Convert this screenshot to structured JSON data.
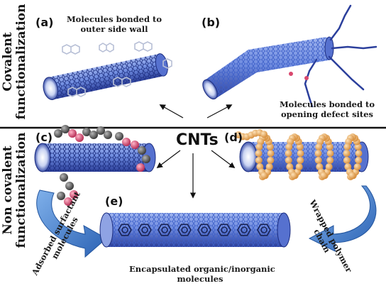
{
  "center_label": "CNTs",
  "sections": {
    "covalent": {
      "line1": "Covalent",
      "line2": "functionalization"
    },
    "noncovalent": {
      "line1": "Non covalent",
      "line2": "functionalization"
    }
  },
  "panels": {
    "a": {
      "letter": "(a)",
      "caption_line1": "Molecules bonded to",
      "caption_line2": "outer side wall"
    },
    "b": {
      "letter": "(b)",
      "caption_line1": "Molecules bonded to",
      "caption_line2": "opening defect sites"
    },
    "c": {
      "letter": "(c)",
      "caption_line1": "Adsorbed surfactant",
      "caption_line2": "molecules"
    },
    "d": {
      "letter": "(d)",
      "caption_line1": "Wrapped polymer",
      "caption_line2": "chain"
    },
    "e": {
      "letter": "(e)",
      "caption_line1": "Encapsulated organic/inorganic",
      "caption_line2": "molecules"
    }
  },
  "colors": {
    "tube_blue": "#3a5bc4",
    "tube_dark": "#1d2e80",
    "polymer": "#e8a85a",
    "surfactant_pink": "#d9486e",
    "surfactant_gray": "#5a5a5a",
    "arrow_blue": "#3b78c8"
  }
}
